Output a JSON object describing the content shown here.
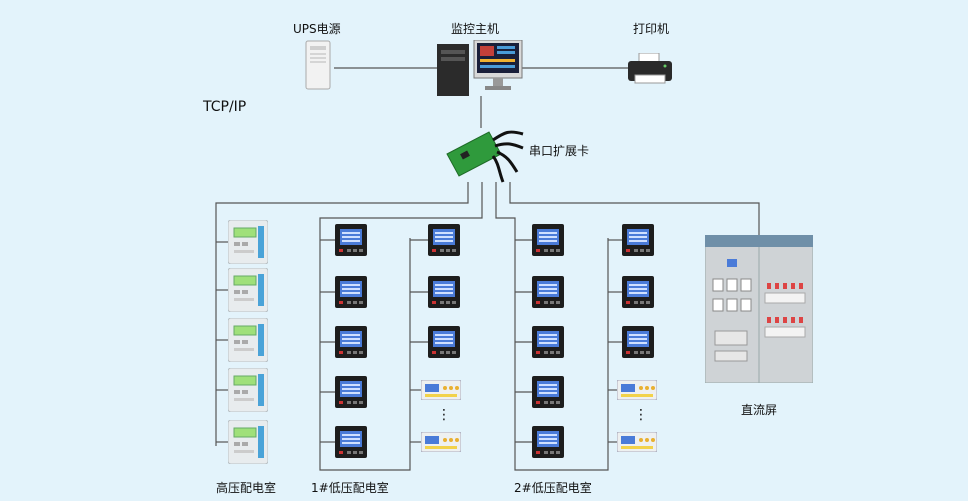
{
  "labels": {
    "ups": "UPS电源",
    "host": "监控主机",
    "printer": "打印机",
    "protocol": "TCP/IP",
    "serial_card": "串口扩展卡",
    "dc_panel": "直流屏",
    "high_voltage_room": "高压配电室",
    "low_voltage_room_1": "1#低压配电室",
    "low_voltage_room_2": "2#低压配电室"
  },
  "ellipsis": "⋮",
  "colors": {
    "background": "#e3f3fb",
    "line": "#555555",
    "meter_screen": "#4a7bd8",
    "meter_body": "#1d1d1d",
    "relay_screen": "#9fe07a",
    "relay_body": "#e8ecee",
    "cabinet": "#cfd3d6"
  }
}
